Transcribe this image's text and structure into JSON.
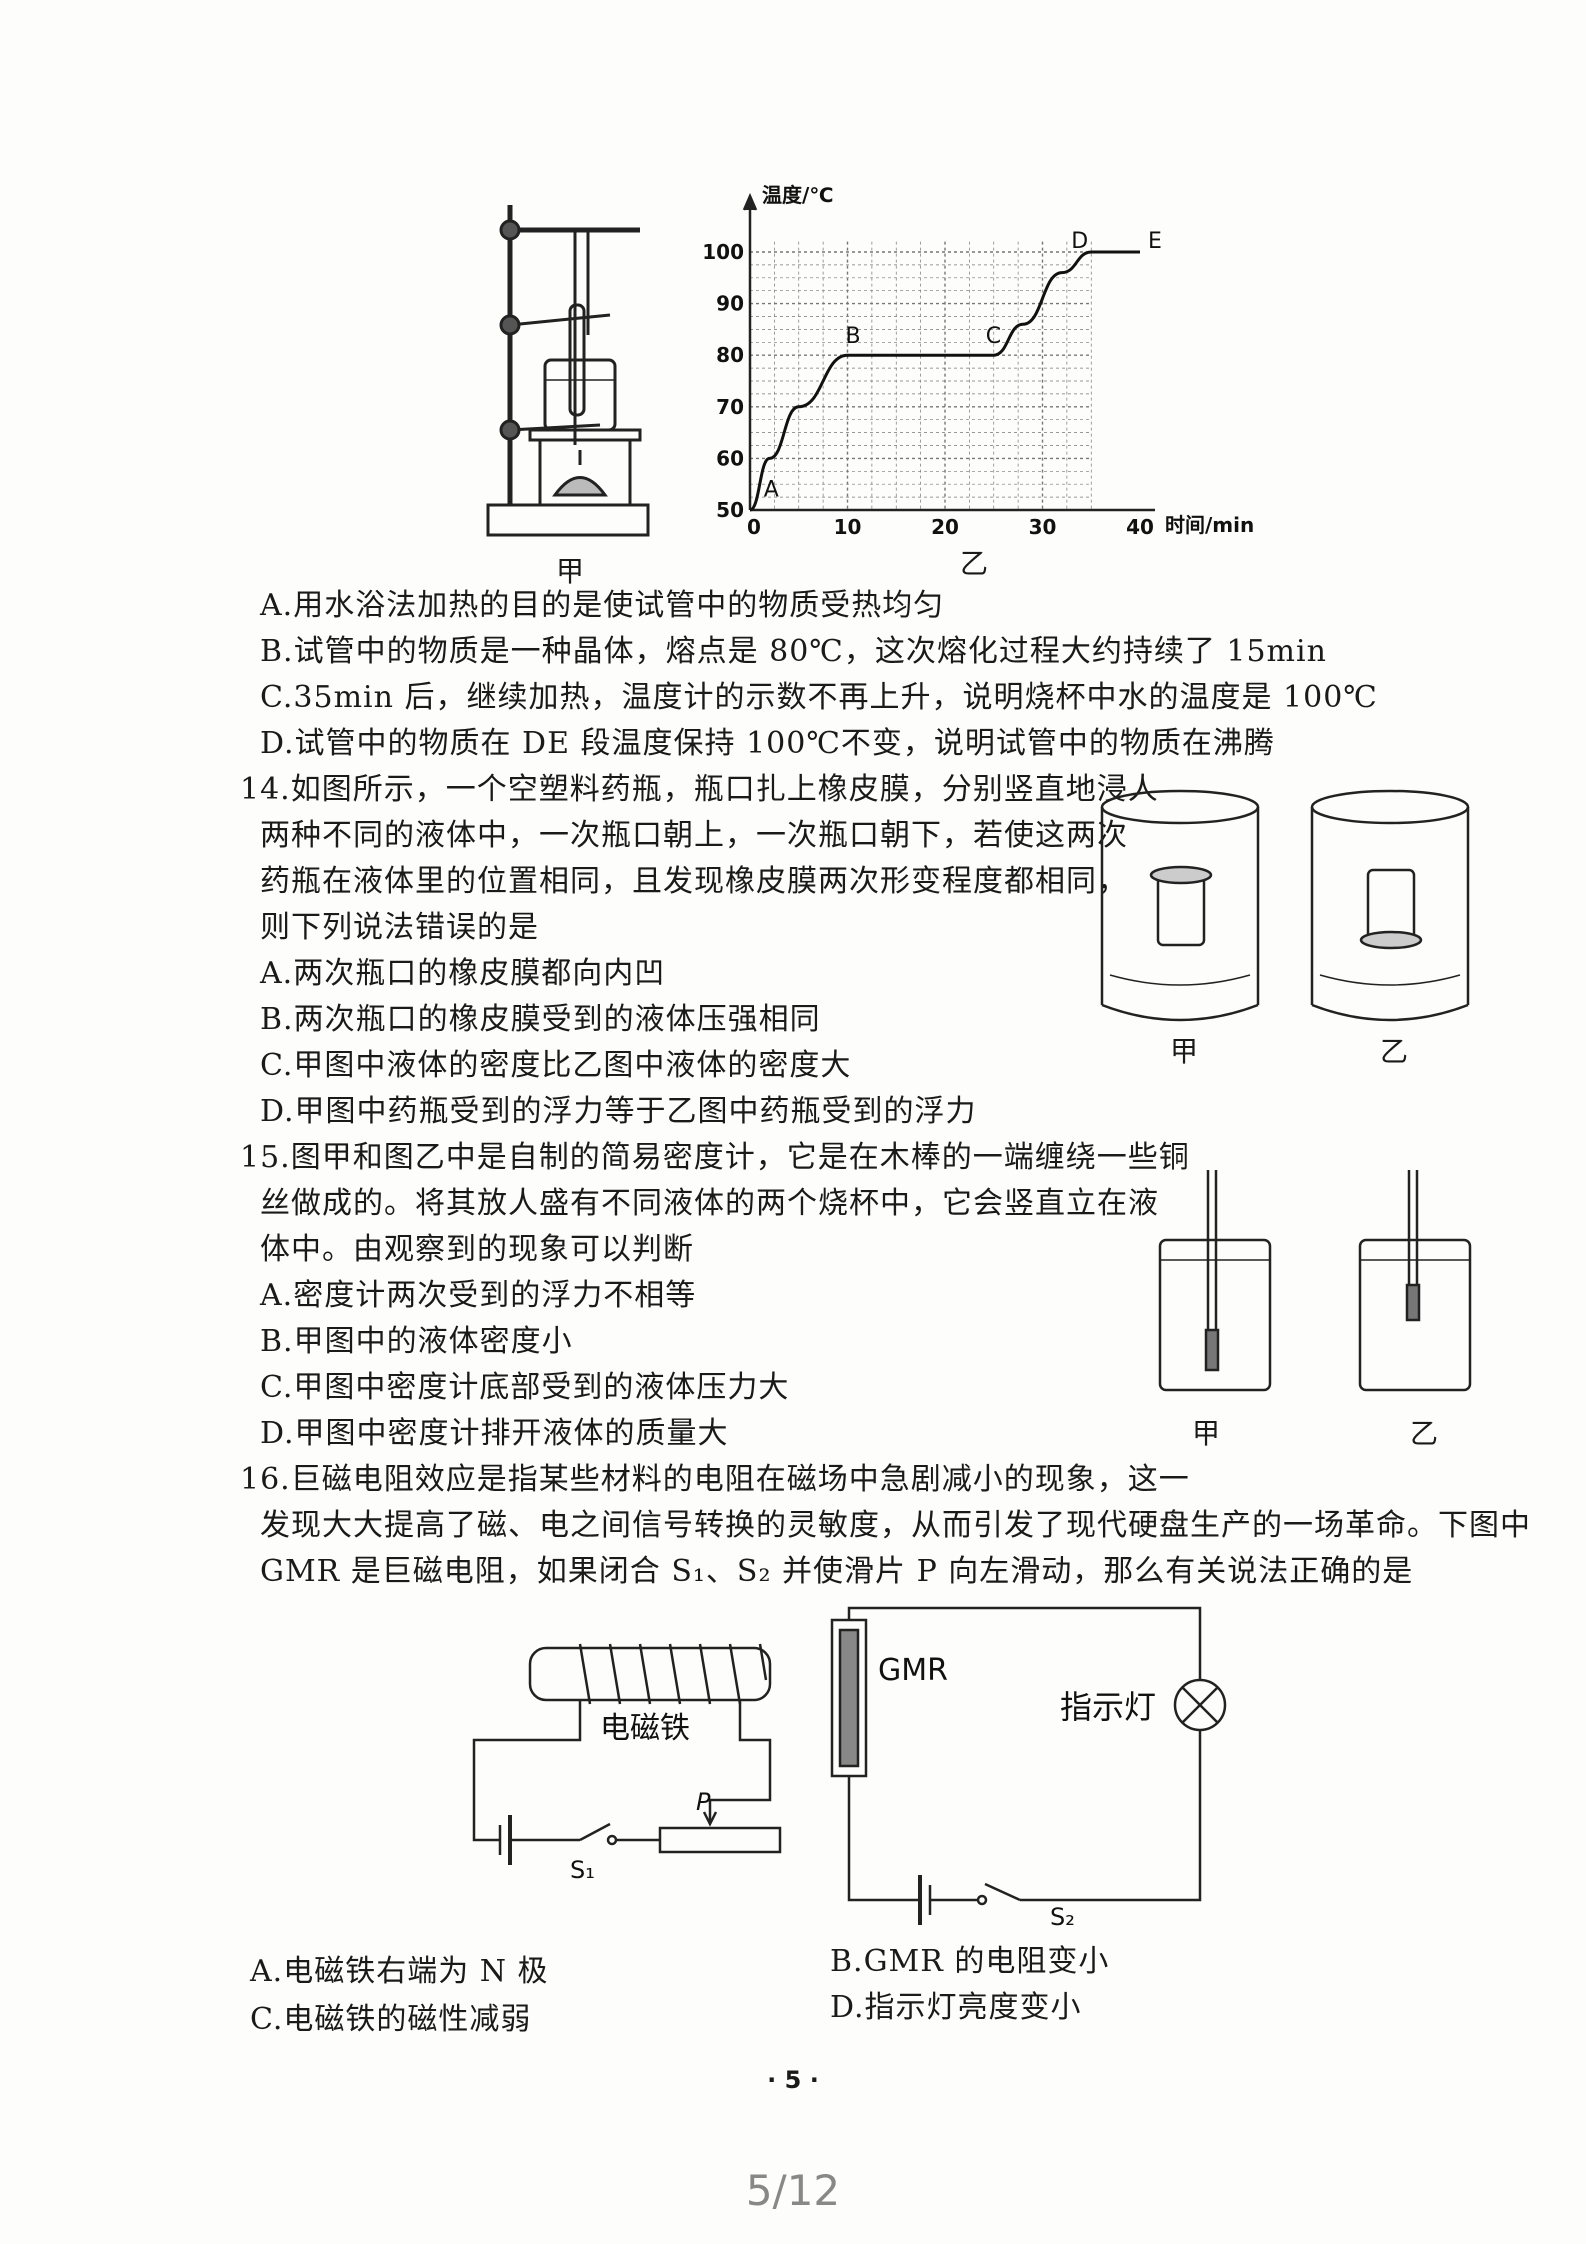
{
  "q13": {
    "fig_left_caption": "甲",
    "fig_right_caption": "乙",
    "chart": {
      "ylabel": "温度/℃",
      "xlabel": "时间/min",
      "yticks": [
        "50",
        "60",
        "70",
        "80",
        "90",
        "100"
      ],
      "xticks": [
        "0",
        "10",
        "20",
        "30",
        "40"
      ],
      "point_labels": [
        "A",
        "B",
        "C",
        "D",
        "E"
      ]
    },
    "options": [
      "A.用水浴法加热的目的是使试管中的物质受热均匀",
      "B.试管中的物质是一种晶体，熔点是 80℃，这次熔化过程大约持续了 15min",
      "C.35min 后，继续加热，温度计的示数不再上升，说明烧杯中水的温度是 100℃",
      "D.试管中的物质在 DE 段温度保持 100℃不变，说明试管中的物质在沸腾"
    ]
  },
  "chart_data": {
    "type": "line",
    "title": "",
    "xlabel": "时间/min",
    "ylabel": "温度/℃",
    "xlim": [
      0,
      40
    ],
    "ylim": [
      50,
      100
    ],
    "grid": true,
    "series": [
      {
        "x": [
          0,
          2,
          5,
          10,
          15,
          20,
          25,
          28,
          32,
          35,
          40
        ],
        "y": [
          50,
          60,
          70,
          80,
          80,
          80,
          80,
          86,
          96,
          100,
          100
        ]
      }
    ],
    "annotations": [
      {
        "label": "A",
        "x": 1,
        "y": 53
      },
      {
        "label": "B",
        "x": 10,
        "y": 80
      },
      {
        "label": "C",
        "x": 25,
        "y": 80
      },
      {
        "label": "D",
        "x": 35,
        "y": 100
      },
      {
        "label": "E",
        "x": 40,
        "y": 100
      }
    ]
  },
  "q14": {
    "stem": [
      "14.如图所示，一个空塑料药瓶，瓶口扎上橡皮膜，分别竖直地浸人",
      "两种不同的液体中，一次瓶口朝上，一次瓶口朝下，若使这两次",
      "药瓶在液体里的位置相同，且发现橡皮膜两次形变程度都相同，",
      "则下列说法错误的是"
    ],
    "options": [
      "A.两次瓶口的橡皮膜都向内凹",
      "B.两次瓶口的橡皮膜受到的液体压强相同",
      "C.甲图中液体的密度比乙图中液体的密度大",
      "D.甲图中药瓶受到的浮力等于乙图中药瓶受到的浮力"
    ],
    "fig_left_caption": "甲",
    "fig_right_caption": "乙"
  },
  "q15": {
    "stem": [
      "15.图甲和图乙中是自制的简易密度计，它是在木棒的一端缠绕一些铜",
      "丝做成的。将其放人盛有不同液体的两个烧杯中，它会竖直立在液",
      "体中。由观察到的现象可以判断"
    ],
    "options": [
      "A.密度计两次受到的浮力不相等",
      "B.甲图中的液体密度小",
      "C.甲图中密度计底部受到的液体压力大",
      "D.甲图中密度计排开液体的质量大"
    ],
    "fig_left_caption": "甲",
    "fig_right_caption": "乙"
  },
  "q16": {
    "stem": [
      "16.巨磁电阻效应是指某些材料的电阻在磁场中急剧减小的现象，这一",
      "发现大大提高了磁、电之间信号转换的灵敏度，从而引发了现代硬盘生产的一场革命。下图中",
      "GMR 是巨磁电阻，如果闭合 S₁、S₂ 并使滑片 P 向左滑动，那么有关说法正确的是"
    ],
    "circuit": {
      "electromagnet_label": "电磁铁",
      "gmr_label": "GMR",
      "lamp_label": "指示灯",
      "slider_label": "P",
      "switch1_label": "S₁",
      "switch2_label": "S₂"
    },
    "options": [
      "A.电磁铁右端为 N 极",
      "B.GMR 的电阻变小",
      "C.电磁铁的磁性减弱",
      "D.指示灯亮度变小"
    ]
  },
  "footer": {
    "sheet_page": "· 5 ·",
    "viewer_page": "5/12"
  }
}
